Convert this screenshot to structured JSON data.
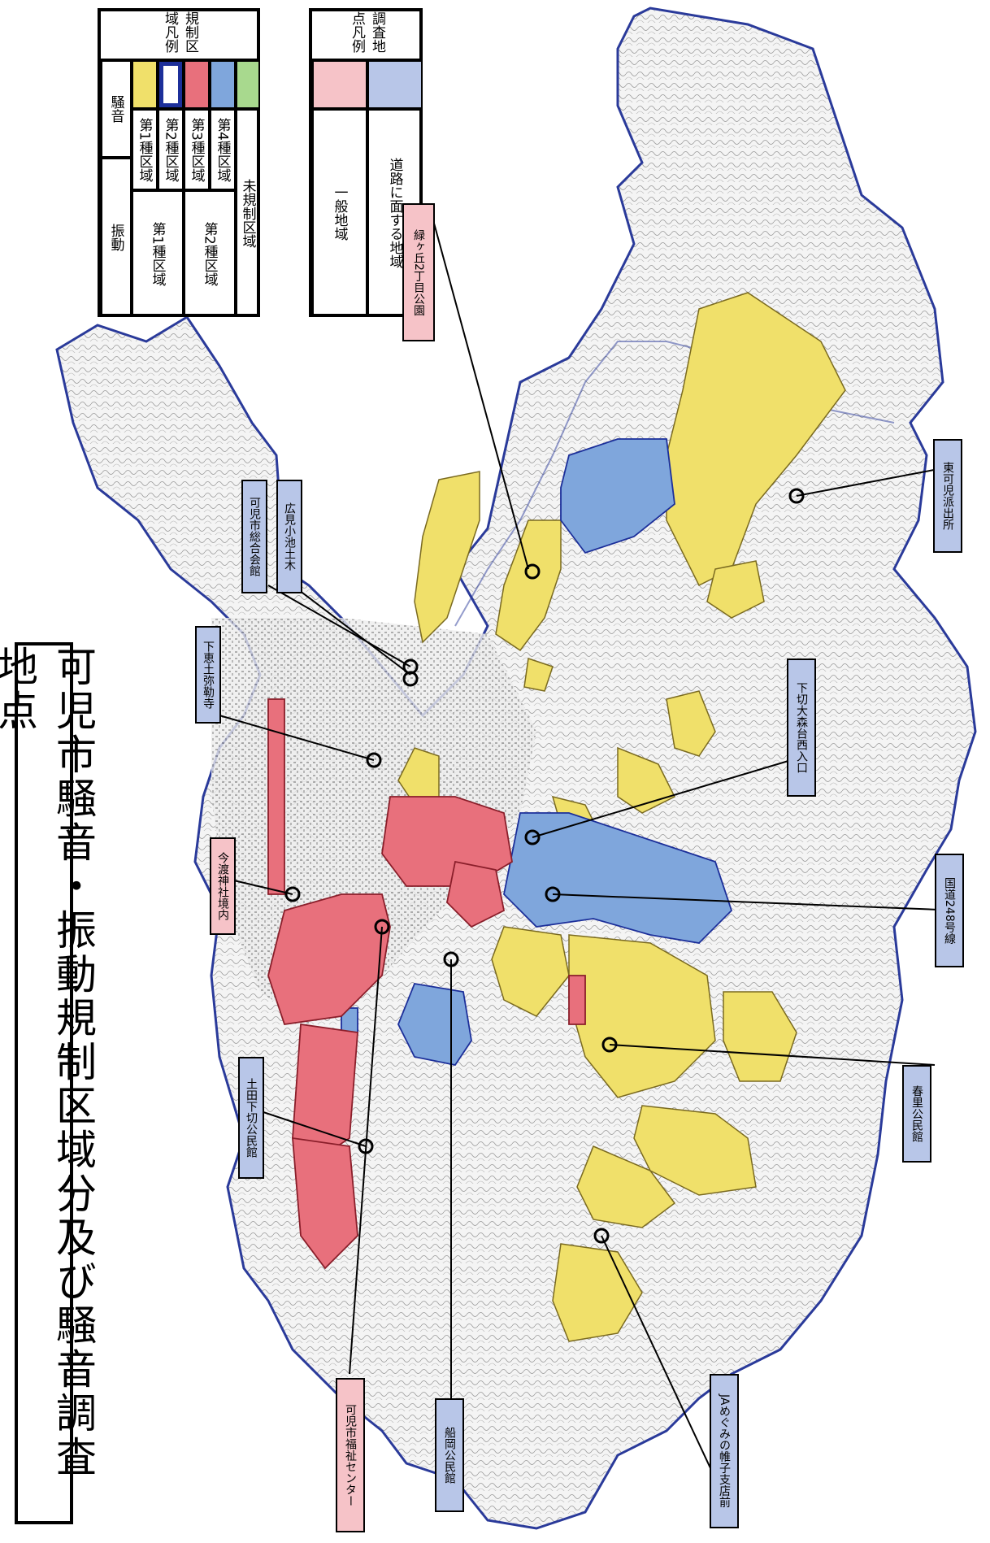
{
  "title": "可児市騒音・振動規制区域分及び騒音調査地点",
  "colors": {
    "zone1": "#f0e06a",
    "zone2": "#ffffff",
    "zone2_border": "#1c2f9a",
    "zone3": "#e8707c",
    "zone4": "#7fa6dc",
    "unregulated": "#a8d98e",
    "site_general": "#f6c3c8",
    "site_road": "#b8c6e8",
    "boundary": "#2a3a9a"
  },
  "zone_legend": {
    "heading": "規制区域凡例",
    "col_noise": "騒音",
    "col_vibration": "振動",
    "noise_rows": [
      "第1種区域",
      "第2種区域",
      "第3種区域",
      "第4種区域",
      "未規制区域"
    ],
    "vibration_zone1": "第1種区域",
    "vibration_zone2": "第2種区域"
  },
  "site_legend": {
    "heading": "調査地点凡例",
    "general": "一般地域",
    "road": "道路に面する地域"
  },
  "sites": [
    {
      "name": "緑ヶ丘2丁目公園",
      "type": "general"
    },
    {
      "name": "可児市総合会館",
      "type": "road"
    },
    {
      "name": "広見小池土木",
      "type": "road"
    },
    {
      "name": "下恵土弥勒寺",
      "type": "road"
    },
    {
      "name": "今渡神社境内",
      "type": "general"
    },
    {
      "name": "土田下切公民館",
      "type": "road"
    },
    {
      "name": "可児市福祉センター",
      "type": "general"
    },
    {
      "name": "船岡公民館",
      "type": "road"
    },
    {
      "name": "JAめぐみの帷子支店前",
      "type": "road"
    },
    {
      "name": "春里公民館",
      "type": "road"
    },
    {
      "name": "国道248号線",
      "type": "road"
    },
    {
      "name": "下切大森台西入口",
      "type": "road"
    },
    {
      "name": "東可児派出所",
      "type": "road"
    }
  ]
}
